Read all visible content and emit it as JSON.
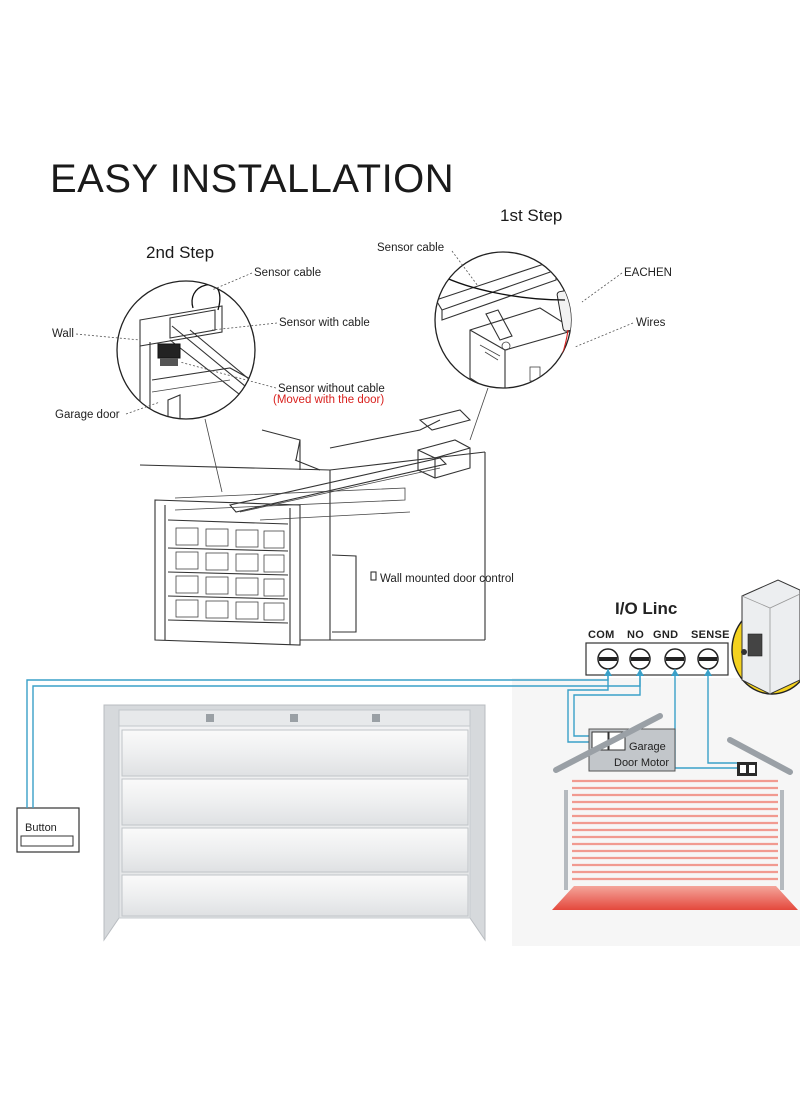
{
  "title": "EASY INSTALLATION",
  "steps": {
    "first": {
      "title": "1st Step",
      "labels": {
        "sensor_cable": "Sensor cable",
        "device": "EACHEN",
        "wires": "Wires"
      }
    },
    "second": {
      "title": "2nd Step",
      "labels": {
        "sensor_cable": "Sensor cable",
        "wall": "Wall",
        "sensor_with_cable": "Sensor with cable",
        "sensor_without_cable": "Sensor without cable",
        "moved_with_door": "(Moved with the door)",
        "garage_door": "Garage door"
      }
    }
  },
  "wall_control_label": "Wall mounted door control",
  "wiring": {
    "module_title": "I/O Linc",
    "terminals": [
      "COM",
      "NO",
      "GND",
      "SENSE"
    ],
    "button_label": "Button",
    "motor_label_line1": "Garage",
    "motor_label_line2": "Door Motor"
  },
  "colors": {
    "wire": "#3aa0c8",
    "annotation_red": "#d9211e",
    "device_yellow": "#f4d21f",
    "beam_red": "#e4483c"
  }
}
